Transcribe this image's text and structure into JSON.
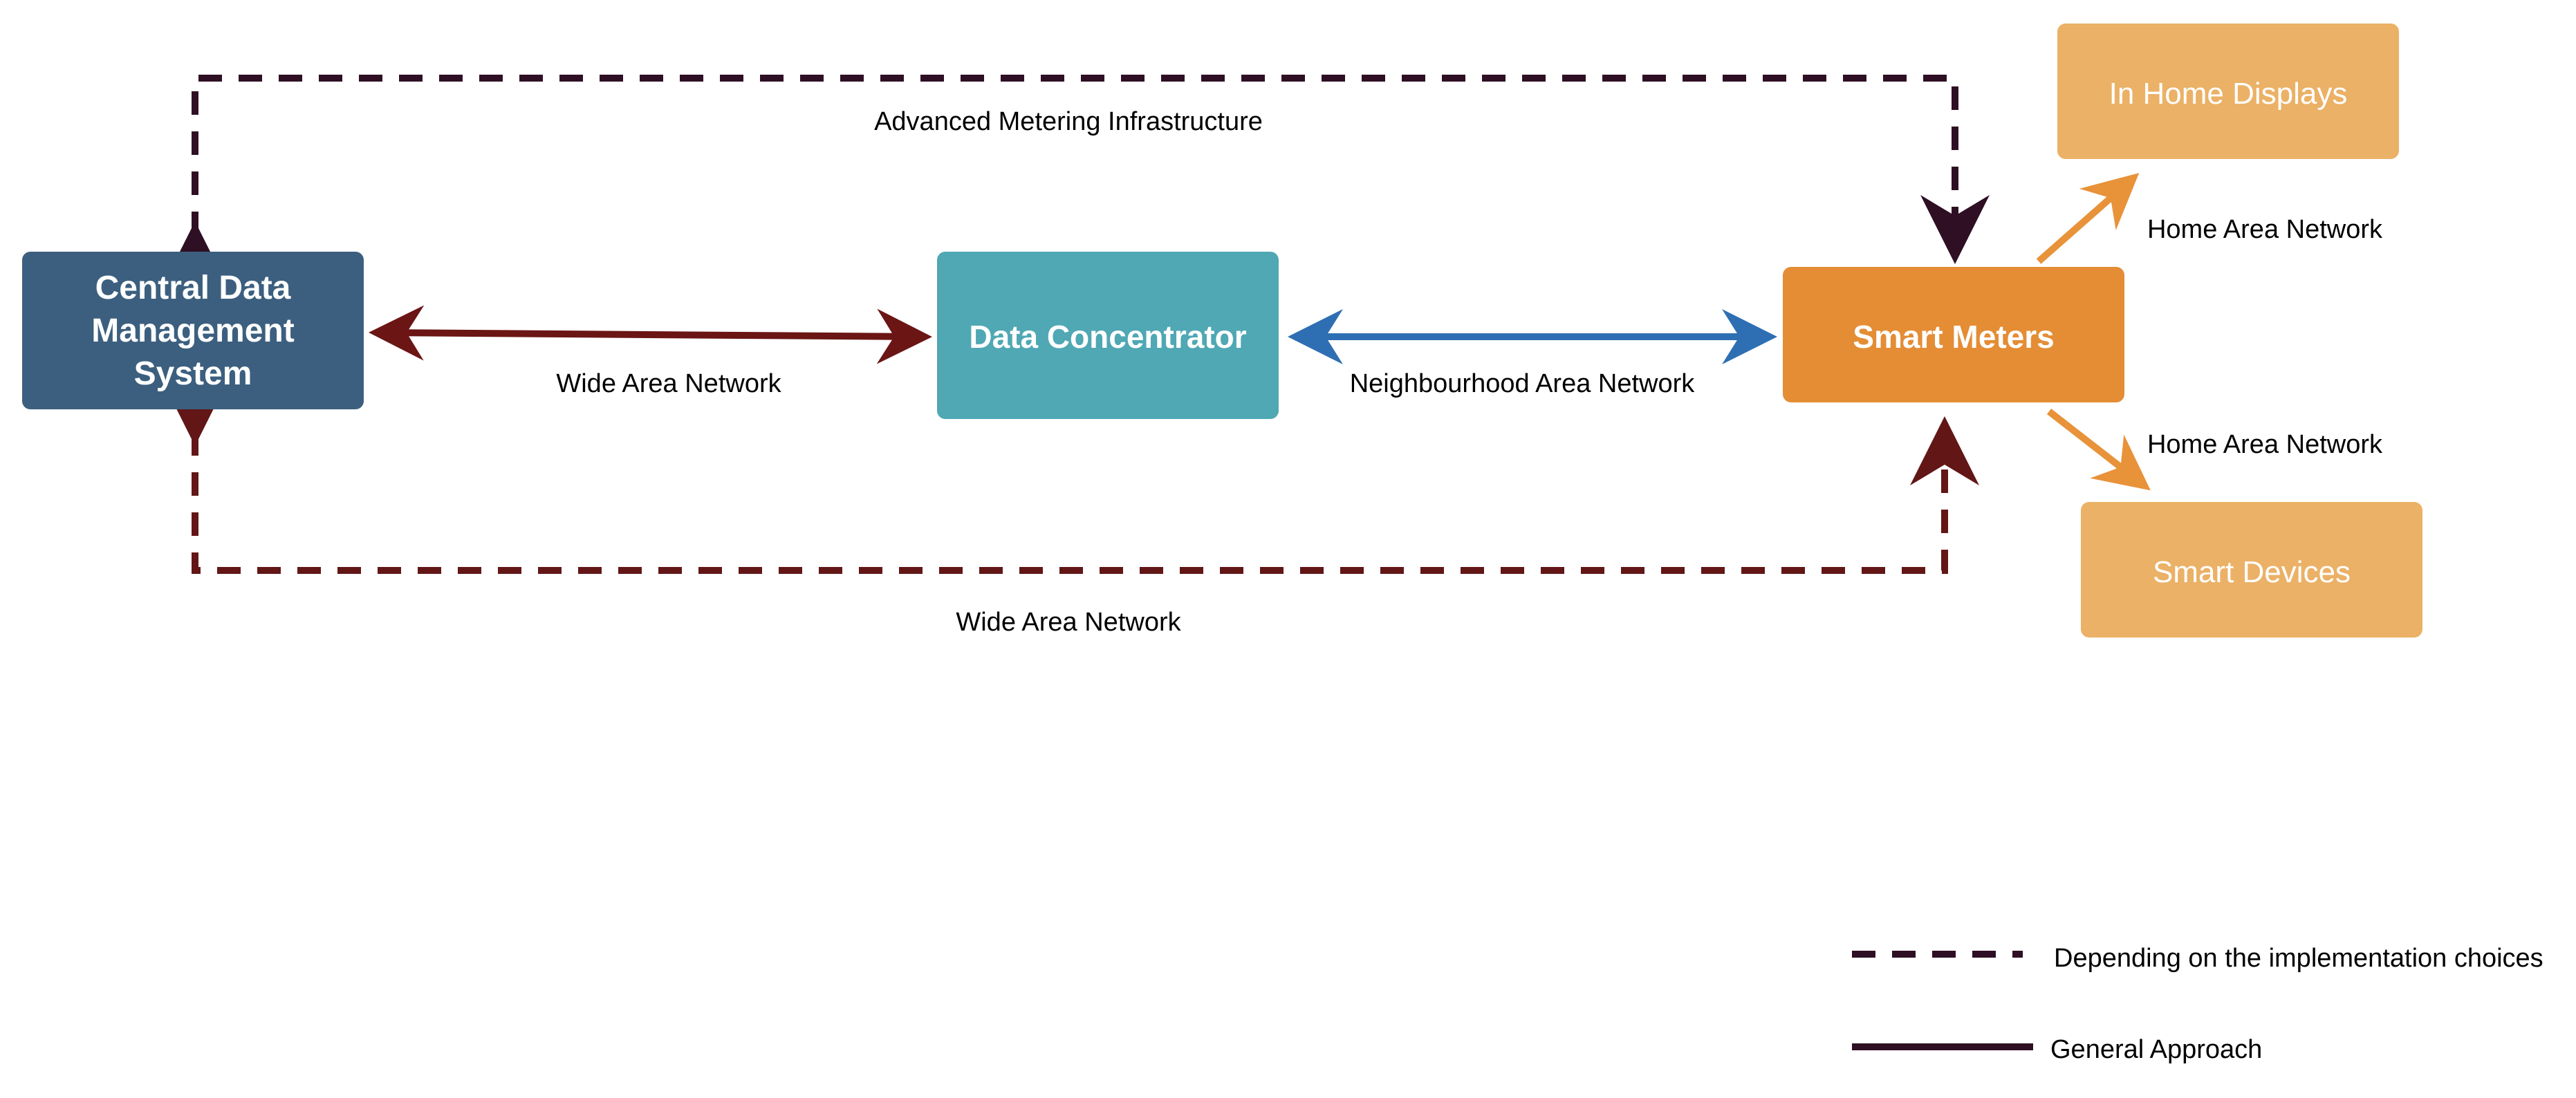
{
  "nodes": {
    "central": {
      "lines": [
        "Central Data",
        "Management",
        "System"
      ],
      "color": "#3c5f7f"
    },
    "concentrator": {
      "label": "Data Concentrator",
      "color": "#4fa8b4"
    },
    "smart_meters": {
      "label": "Smart Meters",
      "color": "#e48d35"
    },
    "in_home_displays": {
      "label": "In Home Displays",
      "color": "#ebb166"
    },
    "smart_devices": {
      "label": "Smart Devices",
      "color": "#ebb166"
    }
  },
  "edges": {
    "ami_label": "Advanced Metering Infrastructure",
    "wan_label": "Wide Area Network",
    "nan_label": "Neighbourhood Area Network",
    "han_top_label": "Home Area Network",
    "han_bottom_label": "Home Area Network",
    "wan_bottom_label": "Wide Area Network"
  },
  "colors": {
    "dashed_dark": "#2f0f24",
    "dashed_red": "#621616",
    "wan_arrow": "#6b1515",
    "nan_arrow": "#2e6fb3",
    "han_arrow": "#e8923a",
    "legend_line": "#2f0f24"
  },
  "legend": {
    "dashed_label": "Depending on the implementation choices",
    "solid_label": "General Approach"
  }
}
